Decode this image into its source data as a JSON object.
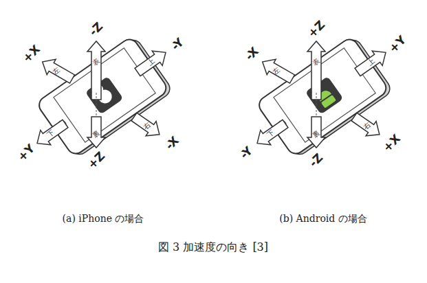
{
  "diagram": {
    "caption": "図 3 加速度の向き [3]",
    "labels": [
      "+X",
      "-Z",
      "-Y",
      "+Y",
      "+Z",
      "-X",
      "左",
      "上",
      "下",
      "右",
      "表",
      "裏",
      "-X",
      "+Z",
      "+Y",
      "-Y",
      "-Z",
      "+X",
      "左",
      "上",
      "下",
      "右",
      "表",
      "裏",
      "(a) iPhone の場合",
      "(b) Android の場合"
    ]
  }
}
